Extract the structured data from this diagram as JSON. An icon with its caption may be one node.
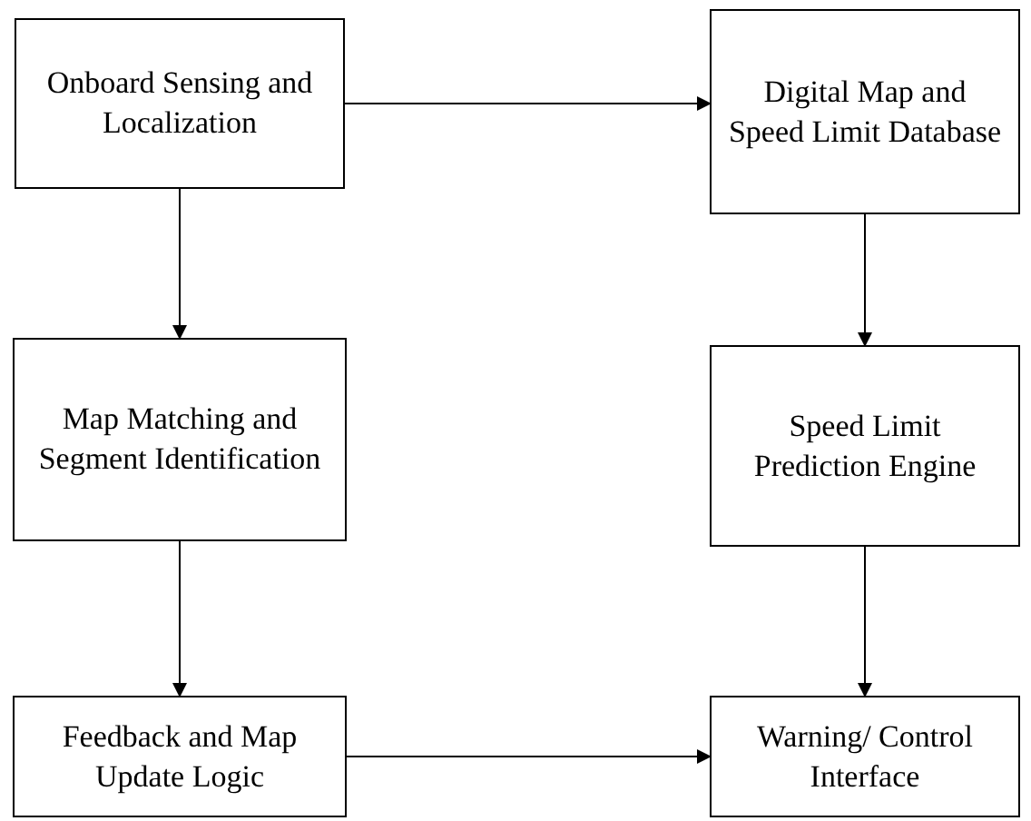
{
  "diagram": {
    "nodes": [
      {
        "text": [
          "Onboard Sensing and Localization"
        ]
      },
      {
        "text": [
          "Digital Map and Speed Limit Database"
        ]
      },
      {
        "text": [
          "Map Matching and Segment Identification"
        ]
      },
      {
        "text": [
          "Speed Limit Prediction Engine"
        ]
      },
      {
        "text": [
          "Feedback and Map Update Logic"
        ]
      },
      {
        "text": [
          "Warning/ Control Interface"
        ]
      }
    ],
    "edges": [
      {
        "from": 0,
        "to": 1,
        "arrow": "to"
      },
      {
        "from": 0,
        "to": 2,
        "arrow": "to"
      },
      {
        "from": 1,
        "to": 3,
        "arrow": "to"
      },
      {
        "from": 2,
        "to": 4,
        "arrow": "to"
      },
      {
        "from": 3,
        "to": 5,
        "arrow": "to"
      },
      {
        "from": 4,
        "to": 5,
        "arrow": "to"
      }
    ]
  }
}
